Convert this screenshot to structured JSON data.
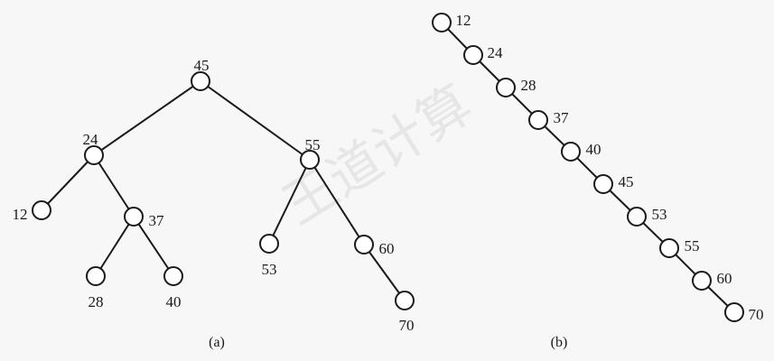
{
  "figure": {
    "watermark": "王道计算",
    "tree_a": {
      "caption": "(a)",
      "nodes": [
        {
          "id": "45",
          "label": "45"
        },
        {
          "id": "24",
          "label": "24"
        },
        {
          "id": "55",
          "label": "55"
        },
        {
          "id": "12",
          "label": "12"
        },
        {
          "id": "37",
          "label": "37"
        },
        {
          "id": "28",
          "label": "28"
        },
        {
          "id": "40",
          "label": "40"
        },
        {
          "id": "53",
          "label": "53"
        },
        {
          "id": "60",
          "label": "60"
        },
        {
          "id": "70",
          "label": "70"
        }
      ],
      "edges": [
        [
          "45",
          "24"
        ],
        [
          "45",
          "55"
        ],
        [
          "24",
          "12"
        ],
        [
          "24",
          "37"
        ],
        [
          "37",
          "28"
        ],
        [
          "37",
          "40"
        ],
        [
          "55",
          "53"
        ],
        [
          "55",
          "60"
        ],
        [
          "60",
          "70"
        ]
      ]
    },
    "tree_b": {
      "caption": "(b)",
      "nodes": [
        {
          "id": "12",
          "label": "12"
        },
        {
          "id": "24",
          "label": "24"
        },
        {
          "id": "28",
          "label": "28"
        },
        {
          "id": "37",
          "label": "37"
        },
        {
          "id": "40",
          "label": "40"
        },
        {
          "id": "45",
          "label": "45"
        },
        {
          "id": "53",
          "label": "53"
        },
        {
          "id": "55",
          "label": "55"
        },
        {
          "id": "60",
          "label": "60"
        },
        {
          "id": "70",
          "label": "70"
        }
      ],
      "edges": [
        [
          "12",
          "24"
        ],
        [
          "24",
          "28"
        ],
        [
          "28",
          "37"
        ],
        [
          "37",
          "40"
        ],
        [
          "40",
          "45"
        ],
        [
          "45",
          "53"
        ],
        [
          "53",
          "55"
        ],
        [
          "55",
          "60"
        ],
        [
          "60",
          "70"
        ]
      ]
    }
  }
}
